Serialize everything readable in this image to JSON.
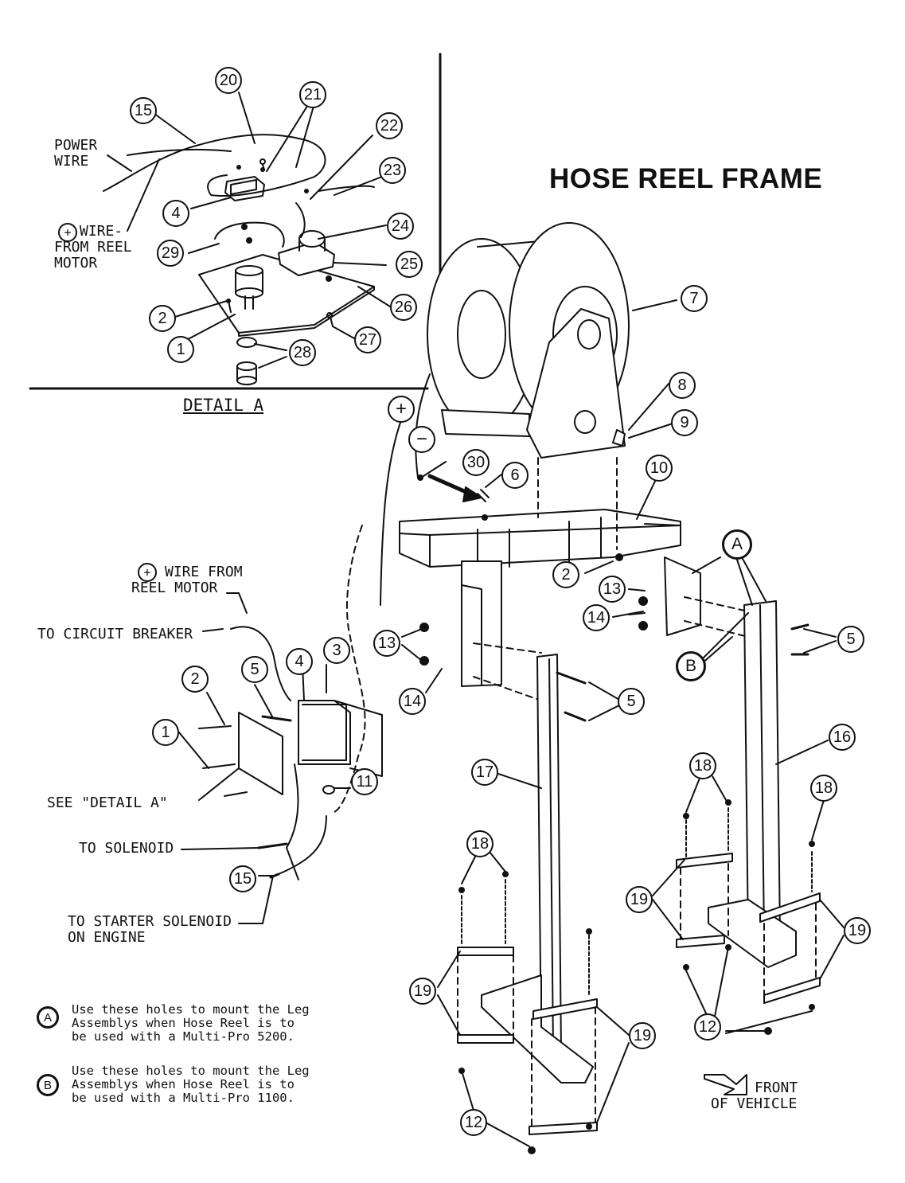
{
  "title": "HOSE REEL FRAME",
  "detail": {
    "title": "DETAIL A",
    "power_wire": "POWER\nWIRE",
    "reel_motor_wire": "WIRE-\nFROM REEL\nMOTOR"
  },
  "labels": {
    "wire_from_reel_motor": "WIRE FROM\nREEL MOTOR",
    "to_circuit_breaker": "TO CIRCUIT BREAKER",
    "see_detail_a": "SEE \"DETAIL A\"",
    "to_solenoid": "TO SOLENOID",
    "to_starter_solenoid": "TO STARTER SOLENOID\nON ENGINE",
    "front_of_vehicle": "FRONT\nOF VEHICLE",
    "plus": "+",
    "minus": "−"
  },
  "notes": [
    {
      "key": "A",
      "text": "Use these holes to mount the Leg\nAssemblys when Hose Reel is to\nbe used with a Multi-Pro 5200."
    },
    {
      "key": "B",
      "text": "Use these holes to mount the Leg\nAssemblys when Hose Reel is to\nbe used with a Multi-Pro 1100."
    }
  ],
  "callouts": {
    "c20": "20",
    "c21": "21",
    "c15a": "15",
    "c22": "22",
    "c23": "23",
    "c4a": "4",
    "c24": "24",
    "c29": "29",
    "c25": "25",
    "c26": "26",
    "c2a": "2",
    "c1a": "1",
    "c27": "27",
    "c28": "28",
    "c7": "7",
    "c8": "8",
    "c9": "9",
    "c30": "30",
    "c6": "6",
    "c10": "10",
    "cA": "A",
    "c2b": "2",
    "c13a": "13",
    "c14a": "14",
    "c5a": "5",
    "cB": "B",
    "c13b": "13",
    "c14b": "14",
    "c5b": "5",
    "c3": "3",
    "c4b": "4",
    "c5c": "5",
    "c2c": "2",
    "c1b": "1",
    "c11": "11",
    "c15b": "15",
    "c16": "16",
    "c17": "17",
    "c18a": "18",
    "c18b": "18",
    "c18c": "18",
    "c19a": "19",
    "c19b": "19",
    "c19c": "19",
    "c19d": "19",
    "c12a": "12",
    "c12b": "12"
  }
}
